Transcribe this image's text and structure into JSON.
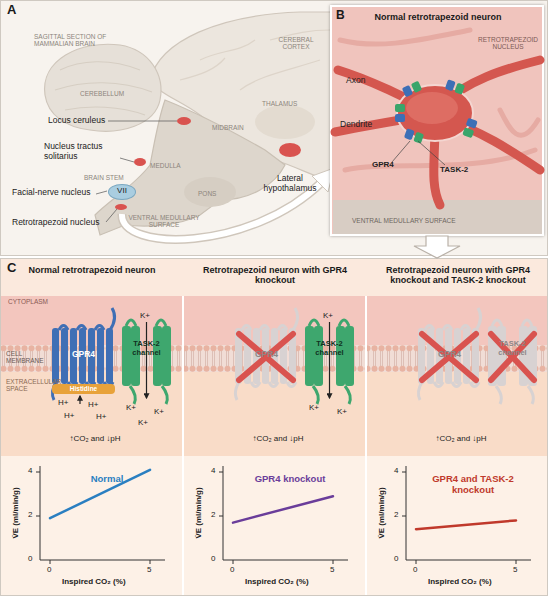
{
  "diagram": {
    "nodes": [
      {
        "text": [
          "A"
        ]
      },
      {
        "text": [
          "VII"
        ],
        "in": 0
      },
      {
        "text": [
          "B",
          "Normal retrotrapezoid neuron"
        ]
      },
      {
        "text": [
          "C"
        ]
      },
      {
        "text": [
          "Normal retrotrapezoid neuron"
        ],
        "in": 3
      },
      {
        "text": [
          "Retrotrapezoid neuron with GPR4 knockout"
        ],
        "in": 3
      },
      {
        "text": [
          "Retrotrapezoid neuron with GPR4 knockout and TASK-2 knockout"
        ],
        "in": 3
      }
    ],
    "edges": [
      {
        "from": 2,
        "to": 3,
        "arrow": "to"
      }
    ],
    "labels": [
      "SAGITTAL SECTION OF MAMMALIAN BRAIN",
      "CEREBRAL CORTEX",
      "CEREBELLUM",
      "THALAMUS",
      "Locus ceruleus",
      "MIDBRAIN",
      "Nucleus tractus solitarius",
      "MEDULLA",
      "BRAIN STEM",
      "PONS",
      "Lateral hypothalamus",
      "Facial-nerve nucleus",
      "VENTRAL MEDULLARY SURFACE",
      "Retrotrapezoid nucleus",
      "Axon",
      "RETROTRAPEZOID NUCLEUS",
      "Dendrite",
      "GPR4",
      "TASK-2",
      "VENTRAL MEDULLARY SURFACE",
      "CYTOPLASM",
      "CELL MEMBRANE",
      "EXTRACELLULAR SPACE",
      "GPR4",
      "TASK-2 channel",
      "K+",
      "Histidine",
      "H+",
      "H+",
      "H+",
      "H+",
      "K+",
      "K+",
      "K+",
      "↑CO₂ and ↓pH",
      "GPR4",
      "TASK-2 channel",
      "K+",
      "K+",
      "K+",
      "↑CO₂ and ↓pH",
      "GPR4",
      "TASK-2 channel",
      "↑CO₂ and ↓pH",
      "4",
      "2",
      "0",
      "V̇E (ml/min/g)",
      "0",
      "5",
      "Inspired CO₂ (%)",
      "Normal",
      "4",
      "2",
      "0",
      "V̇E (ml/min/g)",
      "0",
      "5",
      "Inspired CO₂ (%)",
      "GPR4 knockout",
      "4",
      "2",
      "0",
      "V̇E (ml/min/g)",
      "0",
      "5",
      "Inspired CO₂ (%)",
      "GPR4 and TASK-2 knockout"
    ]
  }
}
